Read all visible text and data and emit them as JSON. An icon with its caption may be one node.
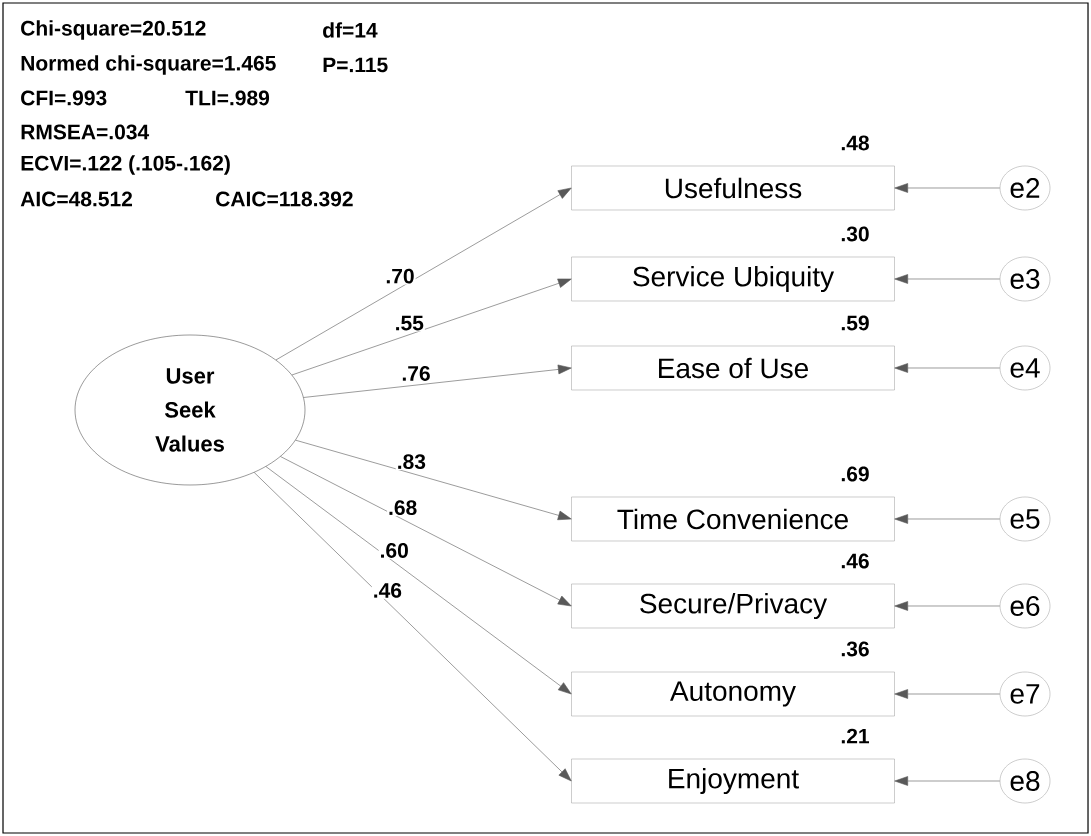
{
  "diagram": {
    "nodes": [
      {
        "text": [
          "User Seek Values"
        ]
      },
      {
        "text": [
          "Usefulness"
        ],
        "beside": [
          ".48"
        ]
      },
      {
        "text": [
          "Service Ubiquity"
        ],
        "beside": [
          ".30"
        ]
      },
      {
        "text": [
          "Ease of Use"
        ],
        "beside": [
          ".59"
        ]
      },
      {
        "text": [
          "Time Convenience"
        ],
        "beside": [
          ".69"
        ]
      },
      {
        "text": [
          "Secure/Privacy"
        ],
        "beside": [
          ".46"
        ]
      },
      {
        "text": [
          "Autonomy"
        ],
        "beside": [
          ".36"
        ]
      },
      {
        "text": [
          "Enjoyment"
        ],
        "beside": [
          ".21"
        ]
      },
      {
        "text": [
          "e2"
        ]
      },
      {
        "text": [
          "e3"
        ]
      },
      {
        "text": [
          "e4"
        ]
      },
      {
        "text": [
          "e5"
        ]
      },
      {
        "text": [
          "e6"
        ]
      },
      {
        "text": [
          "e7"
        ]
      },
      {
        "text": [
          "e8"
        ]
      }
    ],
    "edges": [
      {
        "from": 0,
        "to": 1,
        "arrow": "to",
        "label": ".70"
      },
      {
        "from": 0,
        "to": 2,
        "arrow": "to",
        "label": ".55"
      },
      {
        "from": 0,
        "to": 3,
        "arrow": "to",
        "label": ".76"
      },
      {
        "from": 0,
        "to": 4,
        "arrow": "to",
        "label": ".83"
      },
      {
        "from": 0,
        "to": 5,
        "arrow": "to",
        "label": ".68"
      },
      {
        "from": 0,
        "to": 6,
        "arrow": "to",
        "label": ".60"
      },
      {
        "from": 0,
        "to": 7,
        "arrow": "to",
        "label": ".46"
      },
      {
        "from": 8,
        "to": 1,
        "arrow": "to"
      },
      {
        "from": 9,
        "to": 2,
        "arrow": "to"
      },
      {
        "from": 10,
        "to": 3,
        "arrow": "to"
      },
      {
        "from": 11,
        "to": 4,
        "arrow": "to"
      },
      {
        "from": 12,
        "to": 5,
        "arrow": "to"
      },
      {
        "from": 13,
        "to": 6,
        "arrow": "to"
      },
      {
        "from": 14,
        "to": 7,
        "arrow": "to"
      }
    ],
    "labels": [
      "Chi-square=20.512",
      "df=14",
      "Normed chi-square=1.465",
      "P=.115",
      "CFI=.993",
      "TLI=.989",
      "RMSEA=.034",
      "ECVI=.122 (.105-.162)",
      "AIC=48.512",
      "CAIC=118.392"
    ]
  }
}
